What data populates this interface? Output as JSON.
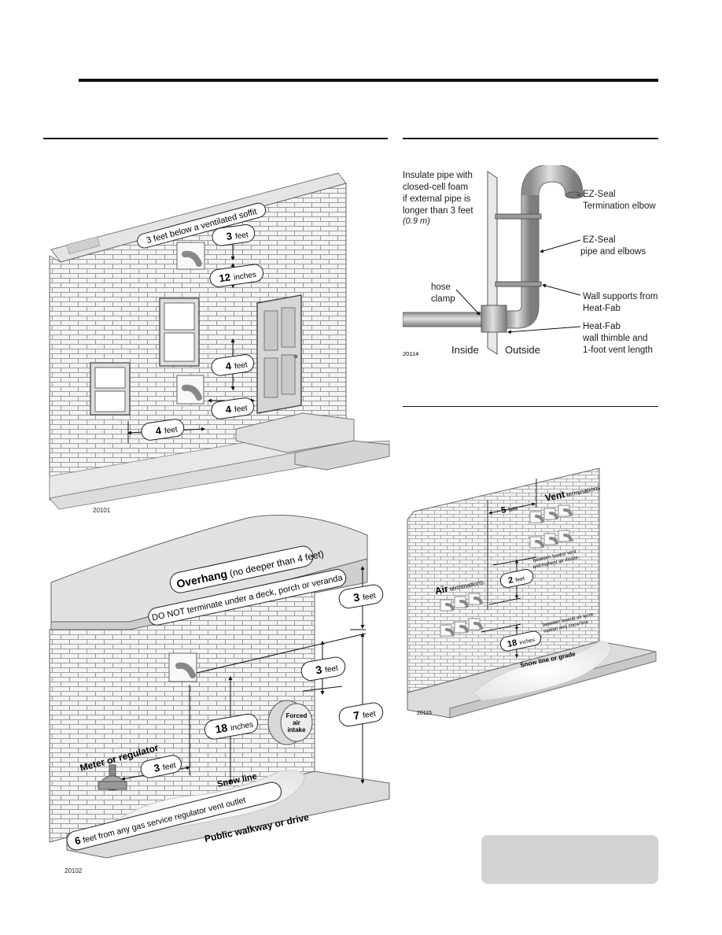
{
  "figures": {
    "fig1": {
      "number": "20101",
      "labels": {
        "soffit": "3 feet below a ventilated soffit",
        "top_3": "3",
        "top_3_unit": "feet",
        "mid_12": "12",
        "mid_12_unit": "inches",
        "r_4a": "4",
        "r_4a_unit": "feet",
        "r_4b": "4",
        "r_4b_unit": "feet",
        "l_4": "4",
        "l_4_unit": "feet"
      }
    },
    "fig2": {
      "number": "20114",
      "labels": {
        "insulate": [
          "Insulate pipe with",
          "closed-cell foam",
          "if external pipe is",
          "longer than 3 feet"
        ],
        "insulate_metric": "(0.9 m)",
        "hose": [
          "hose",
          "clamp"
        ],
        "inside": "Inside",
        "outside": "Outside",
        "elbow": [
          "EZ-Seal",
          "Termination elbow"
        ],
        "pipe": [
          "EZ-Seal",
          " pipe and elbows"
        ],
        "supports": [
          "Wall supports from",
          "Heat-Fab"
        ],
        "thimble": [
          "Heat-Fab",
          "wall thimble and",
          "1-foot vent length"
        ]
      }
    },
    "fig3": {
      "number": "20102",
      "labels": {
        "overhang_bold": "Overhang",
        "overhang_rest": " (no deeper than 4 feet)",
        "no_deck": "DO NOT terminate under a deck, porch or veranda",
        "r3_top": "3",
        "r3_top_unit": "feet",
        "r3_mid": "3",
        "r3_mid_unit": "feet",
        "r7": "7",
        "r7_unit": "feet",
        "in18": "18",
        "in18_unit": "inches",
        "forced": [
          "Forced",
          "air",
          "intake"
        ],
        "meter": "Meter or regulator",
        "m3": "3",
        "m3_unit": "feet",
        "snow": "Snow line",
        "six_bold": "6",
        "six_rest": " feet from any gas service regulator vent outlet",
        "walkway": "Public walkway or drive"
      }
    },
    "fig4": {
      "number": "20115",
      "labels": {
        "five": "5",
        "five_unit": "feet",
        "vent_bold": "Vent",
        "vent_rest": " terminations",
        "air_bold": "Air",
        "air_rest": " terminations",
        "two": "2",
        "two_unit": "feet",
        "two_note": [
          "between lowest vent",
          "and highest air intake"
        ],
        "eighteen": "18",
        "eighteen_unit": "inches",
        "eighteen_note": [
          "between lowest air term-",
          "ination and snow line"
        ],
        "snow_grade": "Snow line or grade"
      }
    }
  },
  "colors": {
    "brick_fill": "#f2f2f2",
    "brick_line": "#9a9a9a",
    "rule": "#111111",
    "note_box": "#d3d3d3",
    "pipe": "#b8b8b8"
  }
}
